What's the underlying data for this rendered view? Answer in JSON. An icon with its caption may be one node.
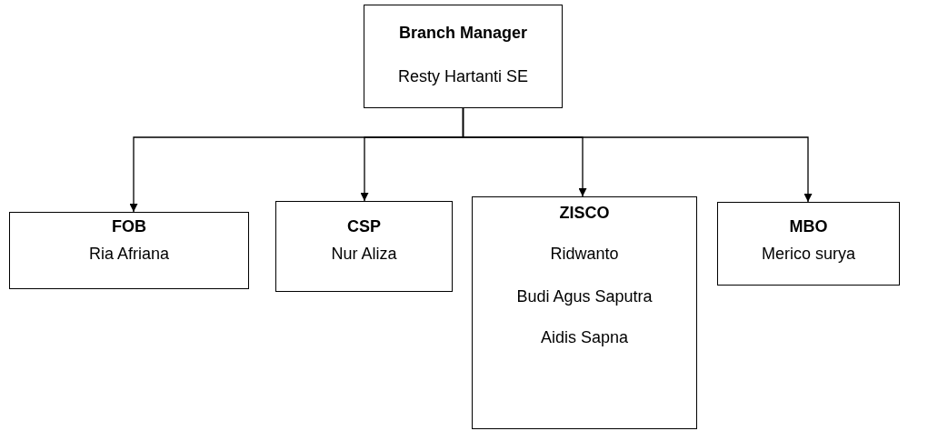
{
  "diagram": {
    "nodes": [
      {
        "text": [
          "Branch Manager",
          "Resty Hartanti SE"
        ]
      },
      {
        "text": [
          "FOB",
          "Ria Afriana"
        ]
      },
      {
        "text": [
          "CSP",
          "Nur Aliza"
        ]
      },
      {
        "text": [
          "ZISCO",
          "Ridwanto",
          "Budi Agus Saputra",
          "Aidis Sapna"
        ]
      },
      {
        "text": [
          "MBO",
          "Merico surya"
        ]
      }
    ],
    "edges": [
      {
        "from": 0,
        "to": 1,
        "arrow": "to"
      },
      {
        "from": 0,
        "to": 2,
        "arrow": "to"
      },
      {
        "from": 0,
        "to": 3,
        "arrow": "to"
      },
      {
        "from": 0,
        "to": 4,
        "arrow": "to"
      }
    ]
  }
}
